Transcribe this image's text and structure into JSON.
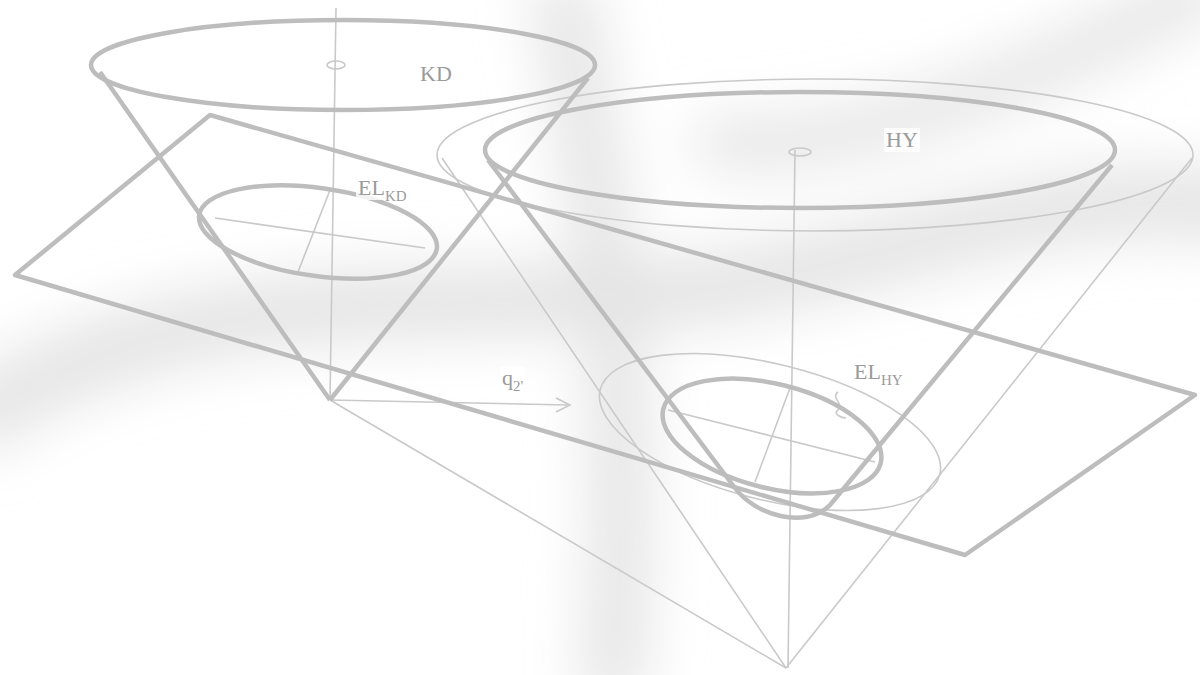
{
  "diagram": {
    "labels": [
      "KD",
      "HY",
      "EL",
      "KD",
      "EL",
      "HY",
      "q",
      "2'"
    ]
  }
}
